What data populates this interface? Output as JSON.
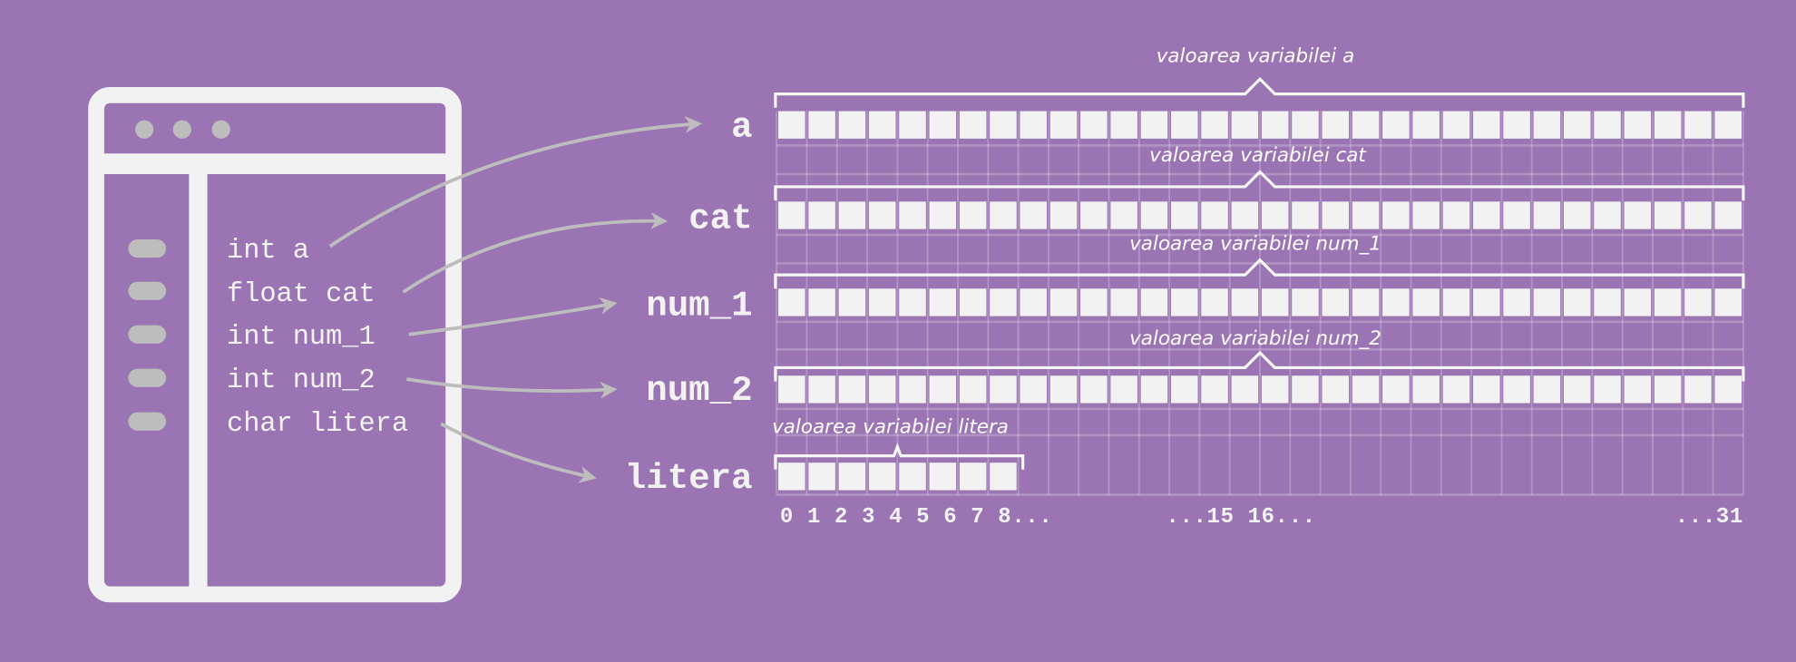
{
  "window": {
    "code_lines": [
      "int a",
      "float cat",
      "int num_1",
      "int num_2",
      "char litera"
    ]
  },
  "variables": [
    {
      "name": "a",
      "caption": "valoarea variabilei a",
      "cells": 32
    },
    {
      "name": "cat",
      "caption": "valoarea variabilei cat",
      "cells": 32
    },
    {
      "name": "num_1",
      "caption": "valoarea variabilei num_1",
      "cells": 32
    },
    {
      "name": "num_2",
      "caption": "valoarea variabilei num_2",
      "cells": 32
    },
    {
      "name": "litera",
      "caption": "valoarea variabilei litera",
      "cells": 8
    }
  ],
  "bit_index_labels": [
    "0 1 2 3 4 5 6 7 8...",
    "...15 16...",
    "...31"
  ],
  "colors": {
    "background": "#9b75b3",
    "foreground": "#f2f2f2",
    "arrow": "#bdbdbd",
    "pill": "#bdbdbd"
  }
}
